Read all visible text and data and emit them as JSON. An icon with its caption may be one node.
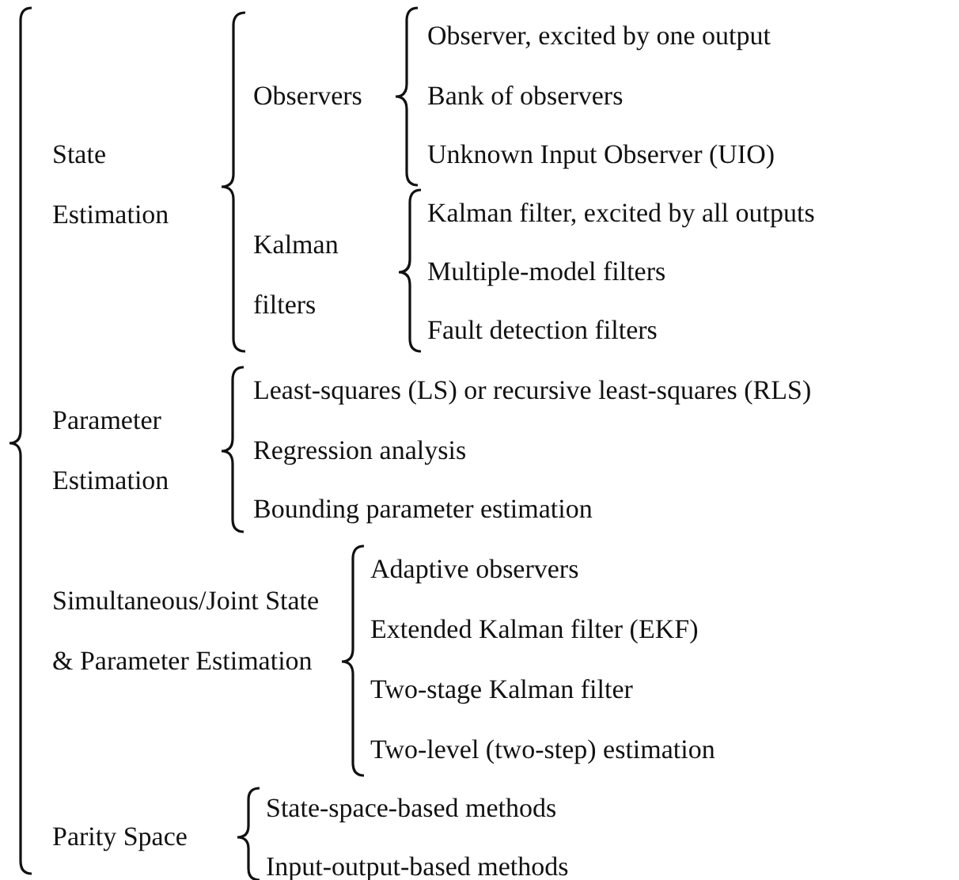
{
  "diagram": {
    "labels": [
      "State Estimation",
      "Observers",
      "Observer, excited by one output",
      "Bank of observers",
      "Unknown Input Observer (UIO)",
      "Kalman filters",
      "Kalman filter, excited by all outputs",
      "Multiple-model filters",
      "Fault detection filters",
      "Parameter Estimation",
      "Least-squares (LS) or recursive least-squares (RLS)",
      "Regression analysis",
      "Bounding parameter estimation",
      "Simultaneous/Joint State & Parameter Estimation",
      "Adaptive observers",
      "Extended Kalman filter (EKF)",
      "Two-stage Kalman filter",
      "Two-level (two-step) estimation",
      "Parity Space",
      "State-space-based methods",
      "Input-output-based methods"
    ]
  }
}
